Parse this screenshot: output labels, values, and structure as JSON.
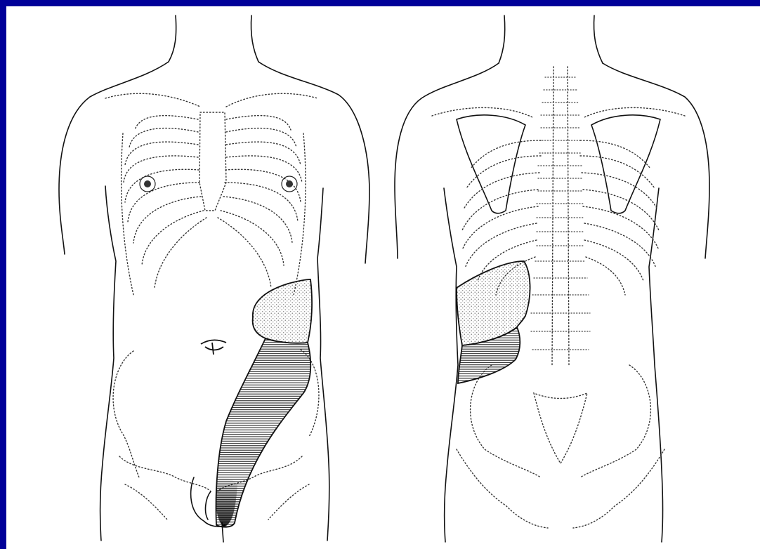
{
  "figure": {
    "frame_color": "#000099",
    "background_color": "#ffffff",
    "line_color": "#111111",
    "stipple_color": "#777777",
    "hatch_color": "#222222",
    "views": [
      "anterior-torso",
      "posterior-torso"
    ],
    "shaded_regions": [
      {
        "view": "anterior",
        "pattern": "stippled"
      },
      {
        "view": "anterior",
        "pattern": "horizontal-hatched"
      },
      {
        "view": "posterior",
        "pattern": "stippled"
      },
      {
        "view": "posterior",
        "pattern": "horizontal-hatched"
      }
    ]
  }
}
